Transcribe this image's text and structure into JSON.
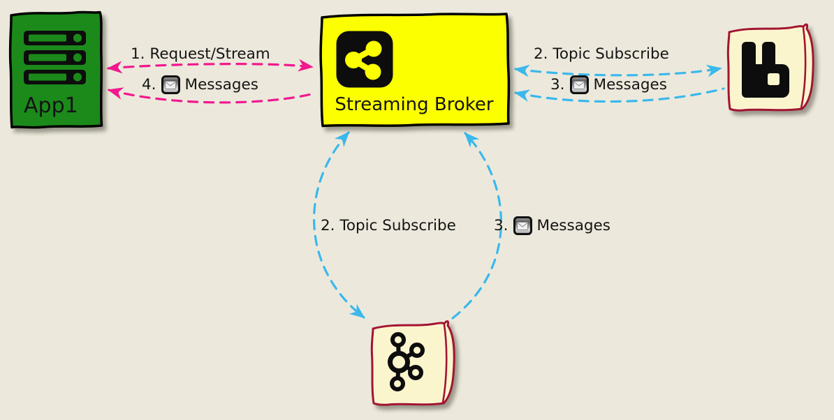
{
  "colors": {
    "background": "#ECE9DC",
    "text": "#141414",
    "outline": "#000000",
    "app_fill": "#1B8A1B",
    "broker_fill": "#FBFF00",
    "node_fill": "#FBF5CE",
    "node_border": "#A31432",
    "arrow_request": "#F2188E",
    "arrow_topic": "#3BB8EC"
  },
  "nodes": {
    "app1": {
      "label": "App1",
      "icon": "server-rack-icon"
    },
    "broker": {
      "label": "Streaming Broker",
      "icon": "share-nodes-icon"
    },
    "rabbitmq": {
      "icon": "rabbitmq-logo-icon"
    },
    "kafka": {
      "icon": "kafka-logo-icon"
    }
  },
  "edges": {
    "request_stream": {
      "label": "1. Request/Stream",
      "from": "app1",
      "to": "broker",
      "direction": "bidirectional",
      "style": "dashed",
      "color": "arrow_request"
    },
    "app_messages": {
      "prefix": "4.",
      "icon": "envelope-icon",
      "label": "Messages",
      "from": "broker",
      "to": "app1",
      "direction": "one-way",
      "style": "dashed",
      "color": "arrow_request"
    },
    "rabbit_subscribe": {
      "label": "2. Topic Subscribe",
      "from": "broker",
      "to": "rabbitmq",
      "direction": "bidirectional",
      "style": "dashed",
      "color": "arrow_topic"
    },
    "rabbit_messages": {
      "prefix": "3.",
      "icon": "envelope-icon",
      "label": "Messages",
      "from": "rabbitmq",
      "to": "broker",
      "direction": "one-way",
      "style": "dashed",
      "color": "arrow_topic"
    },
    "kafka_subscribe": {
      "label": "2. Topic Subscribe",
      "from": "broker",
      "to": "kafka",
      "direction": "bidirectional",
      "style": "dashed",
      "color": "arrow_topic"
    },
    "kafka_messages": {
      "prefix": "3.",
      "icon": "envelope-icon",
      "label": "Messages",
      "from": "kafka",
      "to": "broker",
      "direction": "one-way",
      "style": "dashed",
      "color": "arrow_topic"
    }
  }
}
